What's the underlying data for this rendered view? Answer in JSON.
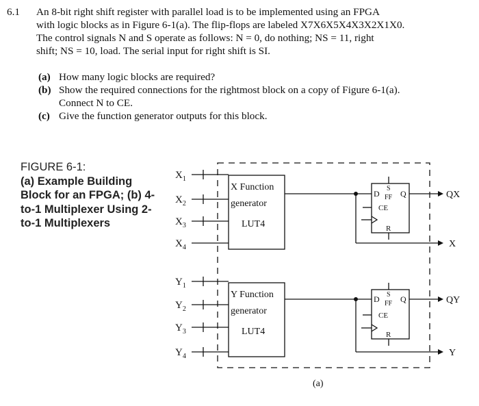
{
  "problem": {
    "number": "6.1",
    "lines": [
      "An 8-bit right shift register with parallel load is to be implemented using an FPGA",
      "with logic blocks as in Figure 6-1(a). The flip-flops are labeled X7X6X5X4X3X2X1X0.",
      "The control signals N and S operate as follows: N = 0, do nothing; NS = 11, right",
      "shift; NS = 10, load. The serial input for right shift is SI."
    ],
    "parts": [
      {
        "label": "(a)",
        "text": "How many logic blocks are required?"
      },
      {
        "label": "(b)",
        "text": "Show the required connections for the rightmost block on a copy of Figure 6-1(a)."
      },
      {
        "label": "",
        "text": "Connect N to CE."
      },
      {
        "label": "(c)",
        "text": "Give the function generator outputs for this block."
      }
    ]
  },
  "figure": {
    "caption_title": "FIGURE 6-1:",
    "caption_body": "(a) Example Building Block for an FPGA; (b) 4-to-1 Multiplexer Using 2-to-1 Multiplexers",
    "x_inputs": [
      "X",
      "X",
      "X",
      "X"
    ],
    "x_subs": [
      "1",
      "2",
      "3",
      "4"
    ],
    "y_inputs": [
      "Y",
      "Y",
      "Y",
      "Y"
    ],
    "y_subs": [
      "1",
      "2",
      "3",
      "4"
    ],
    "x_block": {
      "line1": "X Function",
      "line2": "generator",
      "line3": "LUT4"
    },
    "y_block": {
      "line1": "Y Function",
      "line2": "generator",
      "line3": "LUT4"
    },
    "ff_labels": {
      "d": "D",
      "s": "S",
      "ff": "FF",
      "q": "Q",
      "ce": "CE",
      "r": "R"
    },
    "outputs": [
      "QX",
      "X",
      "QY",
      "Y"
    ],
    "sublabel": "(a)"
  }
}
